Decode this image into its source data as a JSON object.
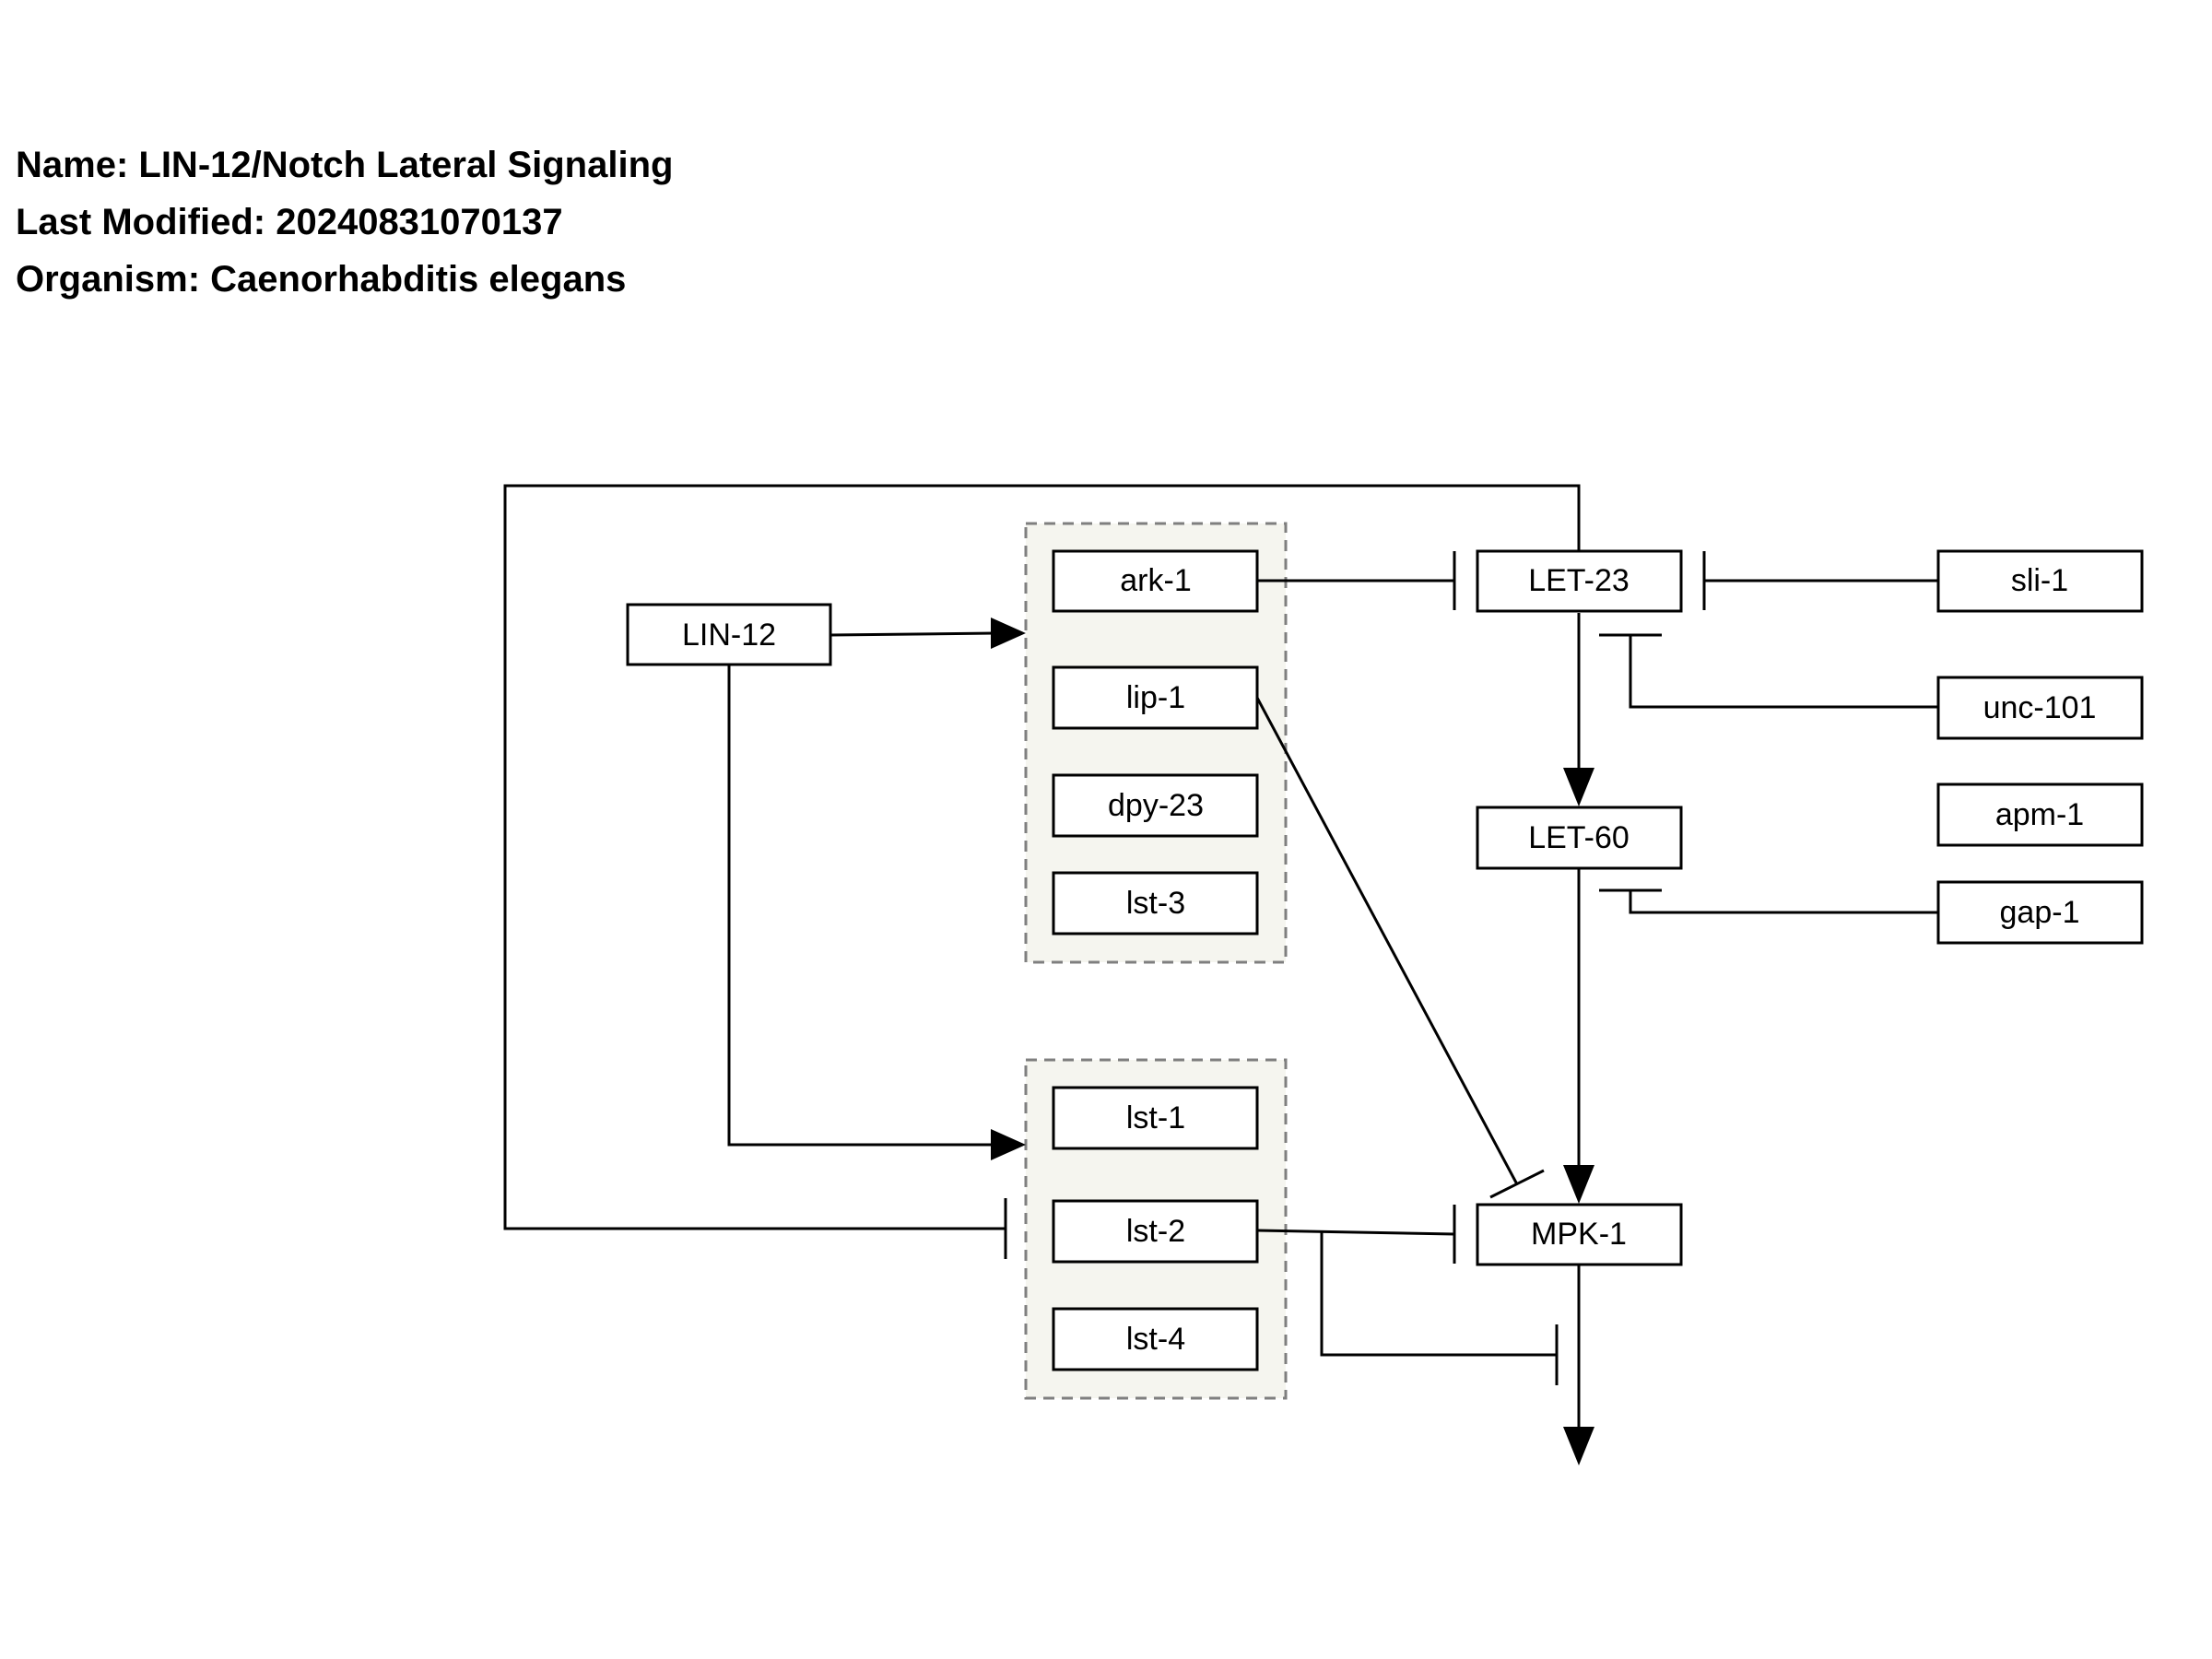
{
  "header": {
    "name_line": "Name: LIN-12/Notch Lateral Signaling",
    "modified_line": "Last Modified: 20240831070137",
    "organism_line": "Organism: Caenorhabditis elegans"
  },
  "nodes": {
    "lin12": "LIN-12",
    "ark1": "ark-1",
    "lip1": "lip-1",
    "dpy23": "dpy-23",
    "lst3": "lst-3",
    "lst1": "lst-1",
    "lst2": "lst-2",
    "lst4": "lst-4",
    "let23": "LET-23",
    "let60": "LET-60",
    "mpk1": "MPK-1",
    "sli1": "sli-1",
    "unc101": "unc-101",
    "apm1": "apm-1",
    "gap1": "gap-1"
  },
  "edges": [
    {
      "from": "LIN-12",
      "to": "ark-1 / lip-1 / dpy-23 / lst-3 group",
      "type": "activation"
    },
    {
      "from": "LIN-12",
      "to": "lst-1 / lst-2 / lst-4 group",
      "type": "activation"
    },
    {
      "from": "ark-1",
      "to": "LET-23",
      "type": "inhibition"
    },
    {
      "from": "sli-1",
      "to": "LET-23",
      "type": "inhibition"
    },
    {
      "from": "unc-101",
      "to": "LET-23 → LET-60",
      "type": "inhibition"
    },
    {
      "from": "LET-23",
      "to": "LET-60",
      "type": "activation"
    },
    {
      "from": "gap-1",
      "to": "LET-60 → MPK-1",
      "type": "inhibition"
    },
    {
      "from": "LET-60",
      "to": "MPK-1",
      "type": "activation"
    },
    {
      "from": "lip-1",
      "to": "MPK-1",
      "type": "inhibition"
    },
    {
      "from": "lst-2",
      "to": "MPK-1",
      "type": "inhibition"
    },
    {
      "from": "lst-2",
      "to": "MPK-1 output",
      "type": "inhibition"
    },
    {
      "from": "LET-23",
      "to": "lst-1 / lst-2 / lst-4 group",
      "type": "inhibition"
    },
    {
      "from": "MPK-1",
      "to": "downstream",
      "type": "activation"
    }
  ]
}
